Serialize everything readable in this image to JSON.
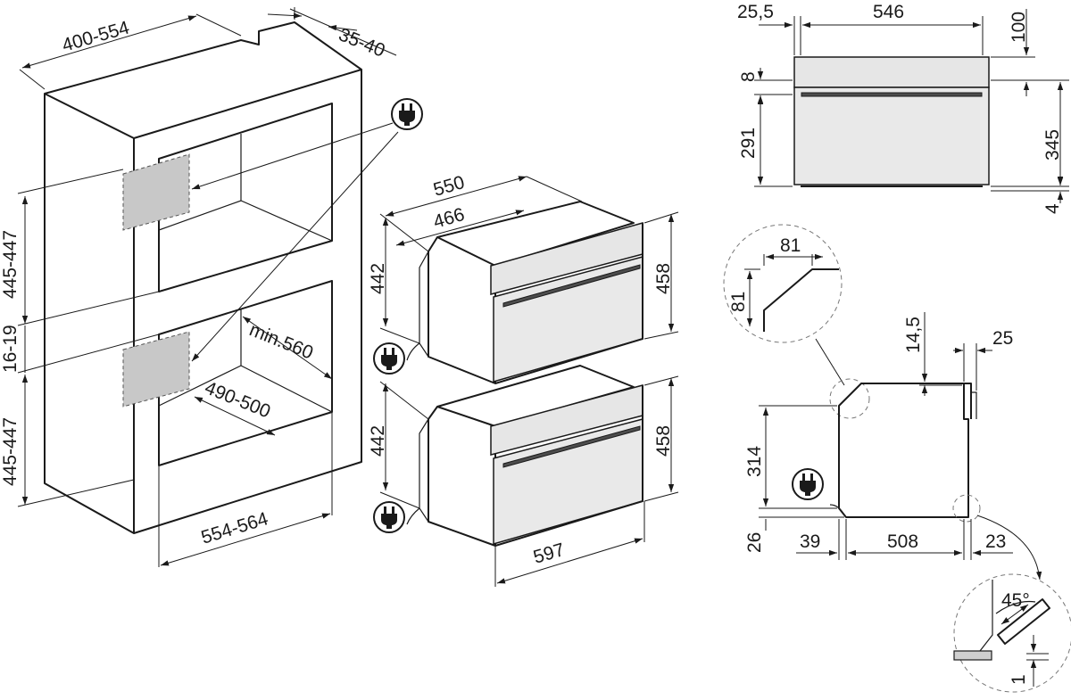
{
  "niche": {
    "width_top": "400-554",
    "back_gap": "35-40",
    "height_upper": "445-447",
    "gap_middle": "16-19",
    "height_lower": "445-447",
    "width_bottom": "554-564",
    "min_depth": "min.560",
    "depth": "490-500"
  },
  "oven_front": {
    "depth_total": "550",
    "depth_body": "466",
    "height_body_upper": "442",
    "height_front_upper": "458",
    "height_body_lower": "442",
    "height_front_lower": "458",
    "width_front": "597"
  },
  "front_view": {
    "offset_left": "25,5",
    "width": "546",
    "top_gap": "100",
    "panel_height": "8",
    "door_height": "291",
    "total_height": "345",
    "bottom_gap": "4"
  },
  "side_view": {
    "chamfer_w": "81",
    "chamfer_h": "81",
    "top_step": "14,5",
    "door_thickness": "25",
    "body_height": "314",
    "base_height": "26",
    "rear_offset": "39",
    "body_depth": "508",
    "front_offset": "23",
    "angle": "45°",
    "detail_offset": "1"
  },
  "icons": {
    "power": "power-plug-icon"
  }
}
